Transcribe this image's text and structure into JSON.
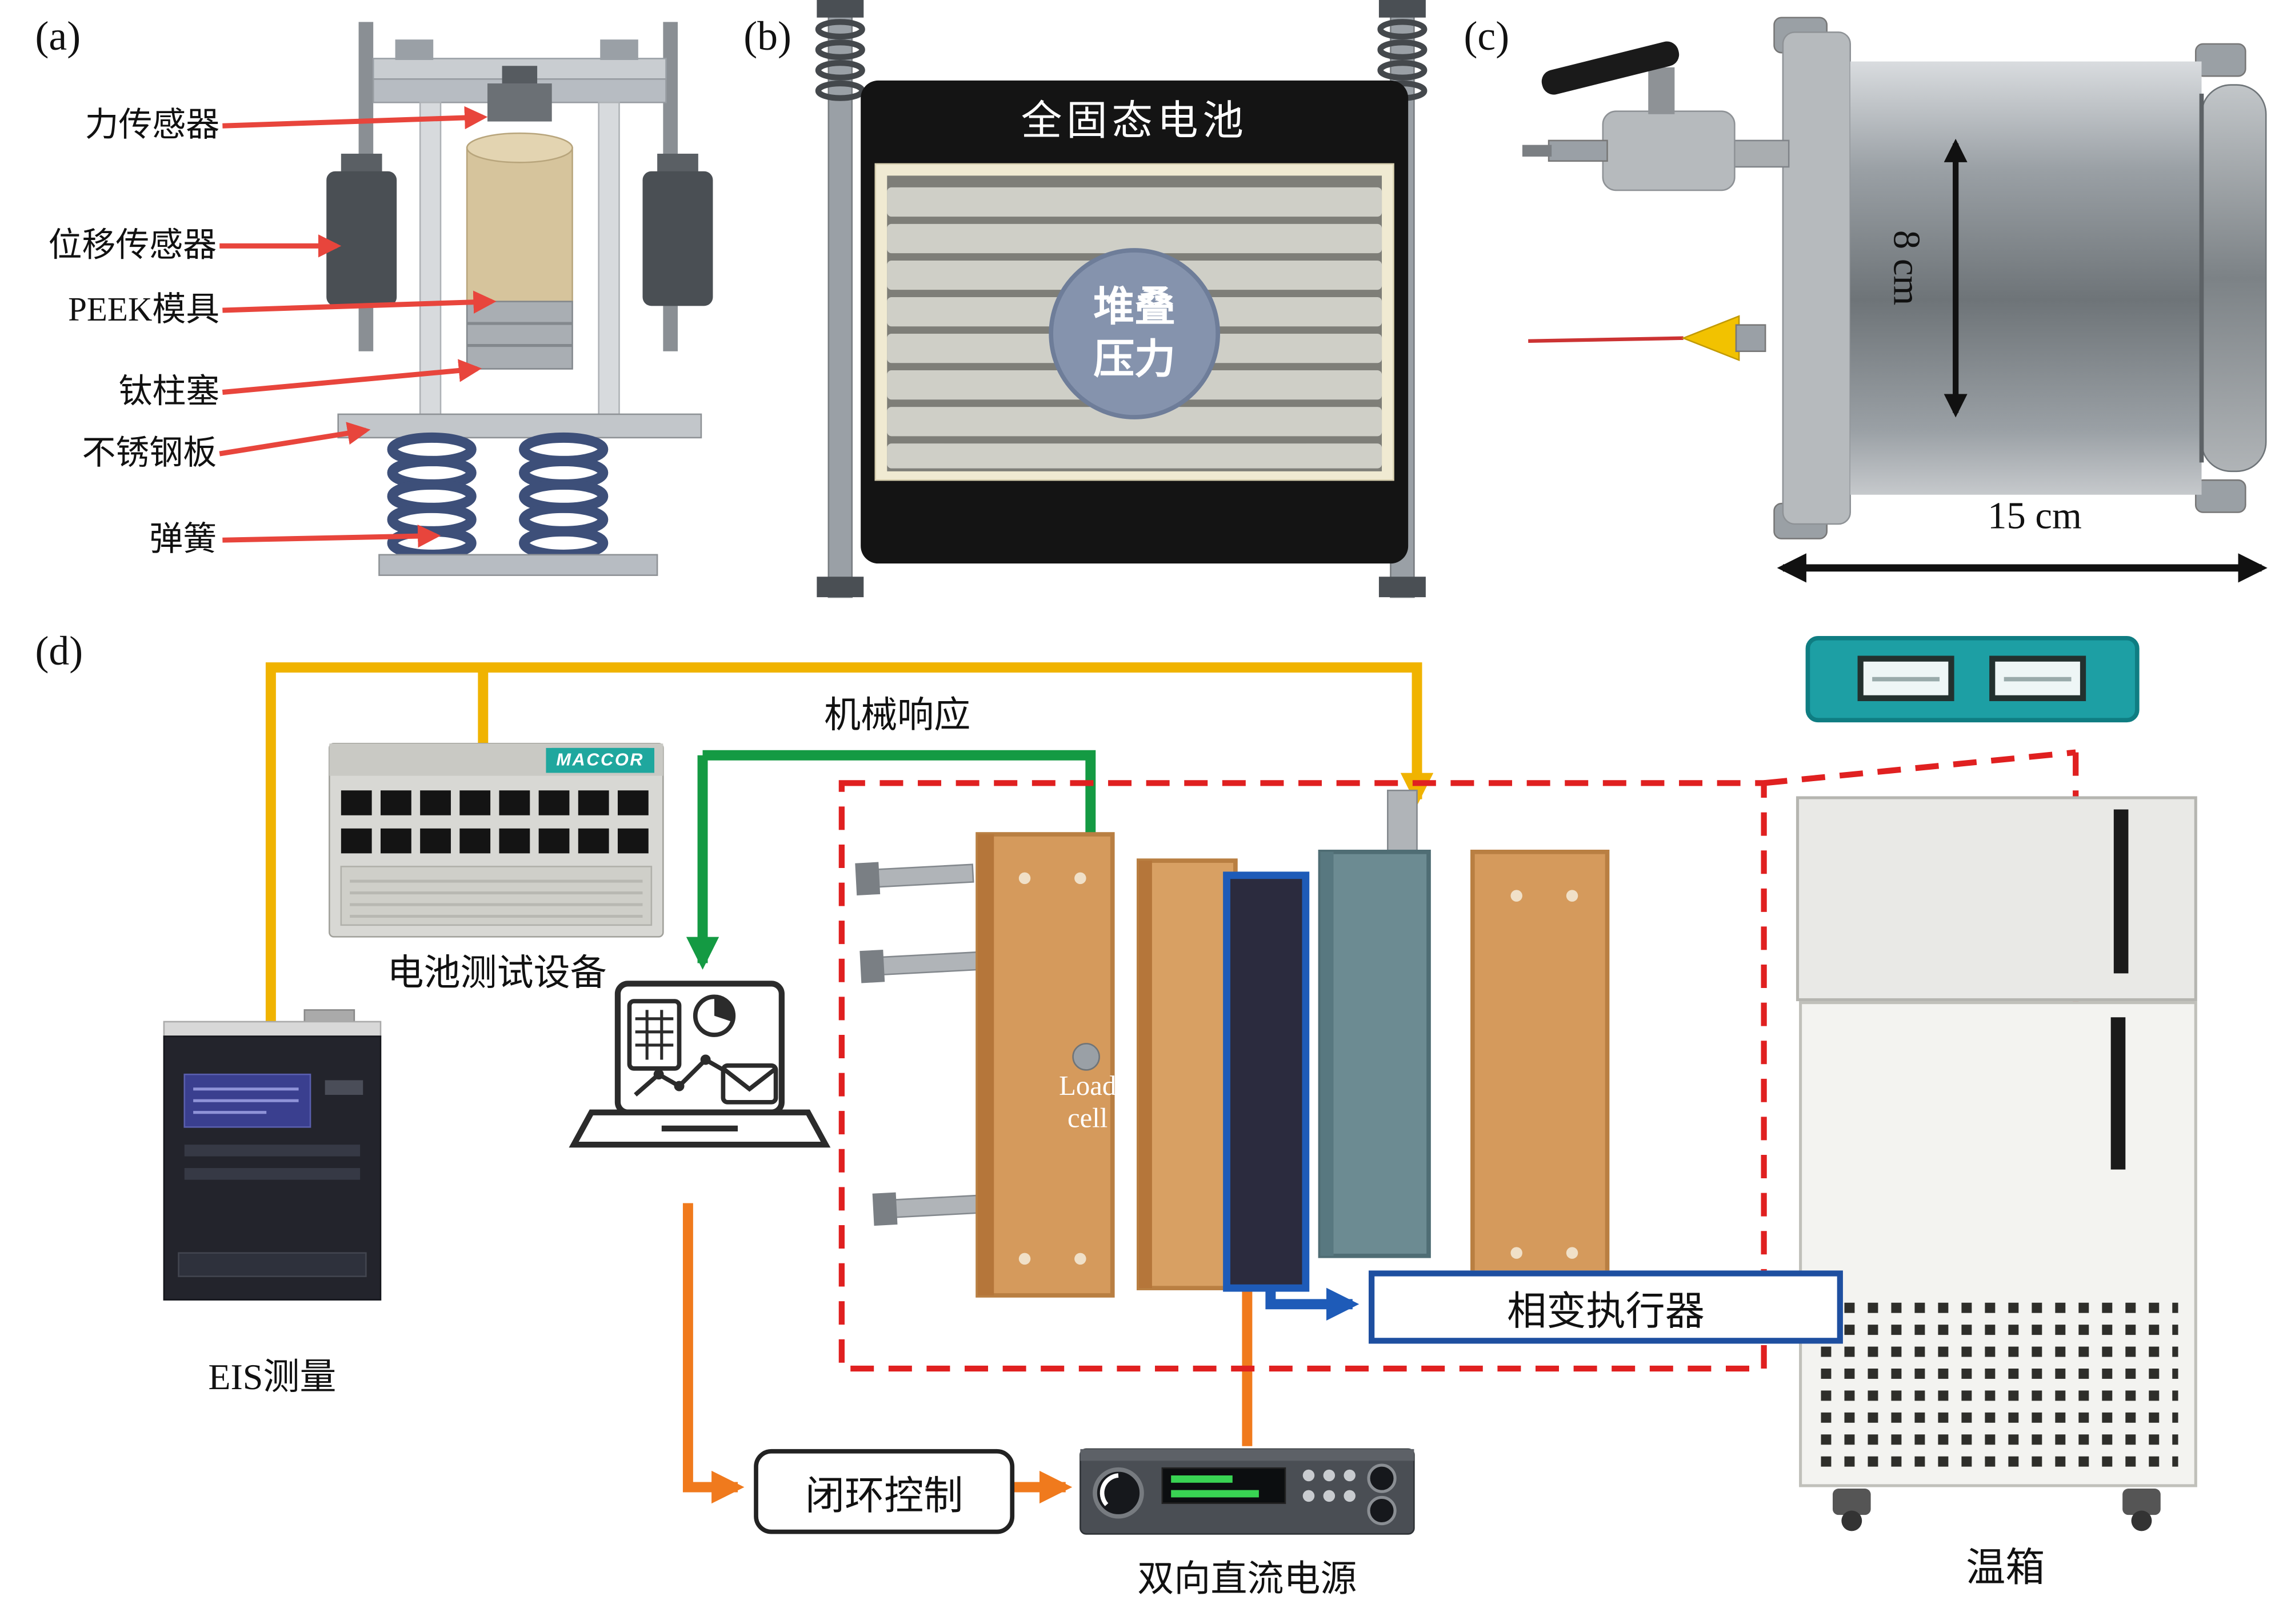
{
  "panels": {
    "a": {
      "tag": "(a)",
      "labels": {
        "force_sensor": "力传感器",
        "displacement_sensor": "位移传感器",
        "peek_mold": "PEEK模具",
        "titanium_plunger": "钛柱塞",
        "stainless_plate": "不锈钢板",
        "spring": "弹簧"
      }
    },
    "b": {
      "tag": "(b)",
      "title": "全固态电池",
      "pressure_line1": "堆叠",
      "pressure_line2": "压力"
    },
    "c": {
      "tag": "(c)",
      "diameter_label": "8 cm",
      "length_label": "15 cm"
    },
    "d": {
      "tag": "(d)",
      "mechanical_response": "机械响应",
      "battery_tester": "电池测试设备",
      "tester_brand": "MACCOR",
      "eis": "EIS测量",
      "load_cell_1": "Load",
      "load_cell_2": "cell",
      "actuator": "相变执行器",
      "closed_loop": "闭环控制",
      "power_supply": "双向直流电源",
      "chamber": "温箱"
    }
  },
  "colors": {
    "label_arrow_red": "#e8453c",
    "signal_yellow": "#f0b300",
    "signal_green": "#149a43",
    "signal_orange": "#f07a1d",
    "signal_blue": "#1e5bb8",
    "dashed_red": "#e02020",
    "teal_device": "#1d9fa4"
  }
}
